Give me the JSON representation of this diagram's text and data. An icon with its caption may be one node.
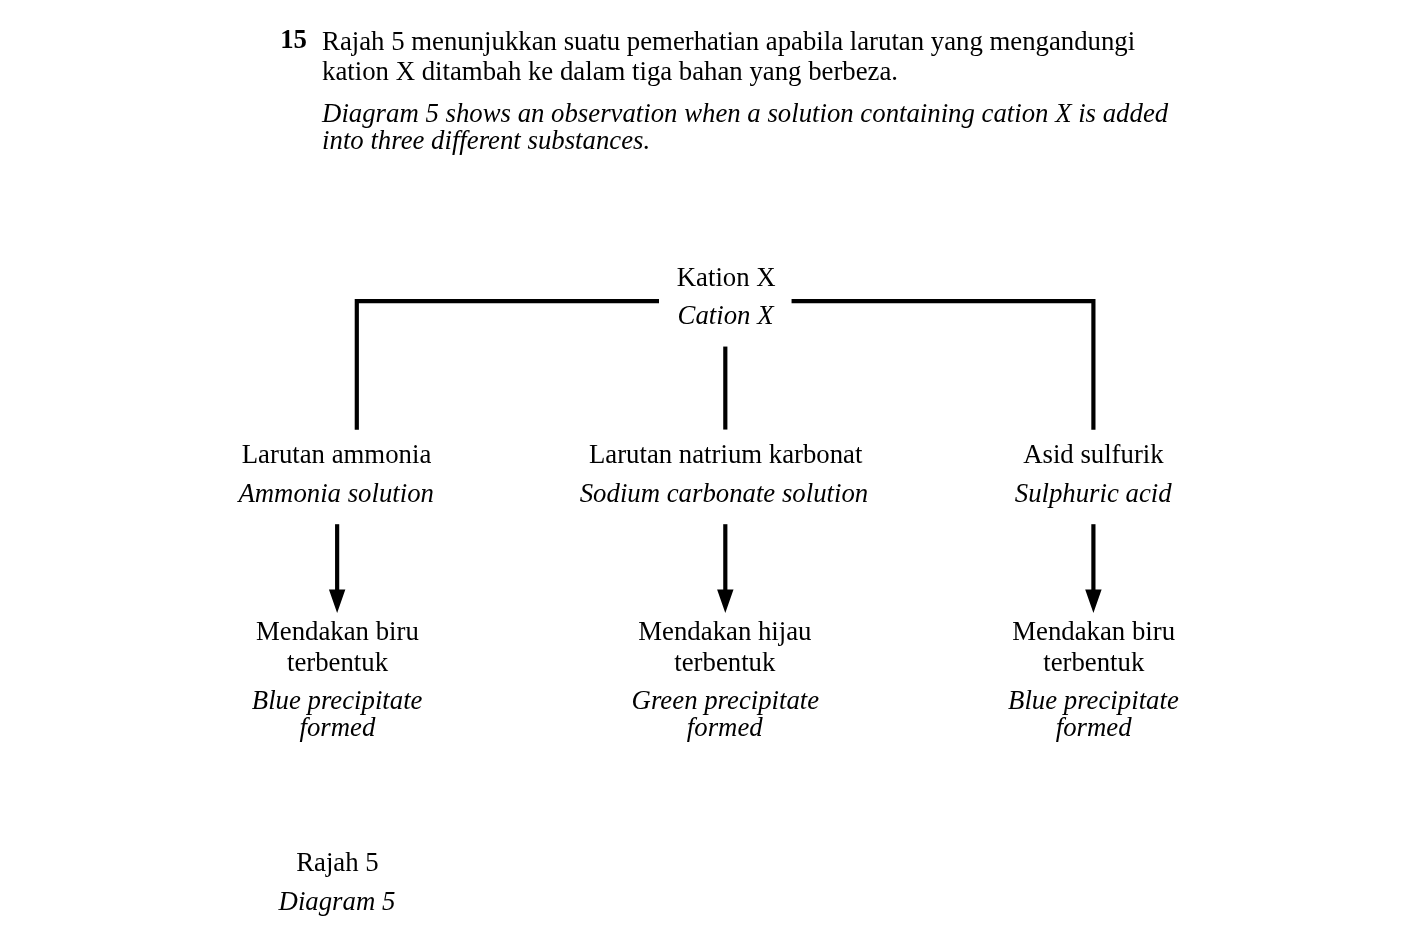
{
  "diagram": {
    "nodes": [
      {
        "text": [
          "Kation X",
          "Cation X"
        ]
      },
      {
        "text": [
          "Larutan ammonia",
          "Ammonia solution"
        ]
      },
      {
        "text": [
          "Larutan natrium karbonat",
          "Sodium carbonate solution"
        ]
      },
      {
        "text": [
          "Asid sulfurik",
          "Sulphuric acid"
        ]
      },
      {
        "text": [
          "Mendakan biru terbentuk",
          "Blue precipitate formed"
        ]
      },
      {
        "text": [
          "Mendakan hijau terbentuk",
          "Green precipitate formed"
        ]
      },
      {
        "text": [
          "Mendakan biru terbentuk",
          "Blue precipitate formed"
        ]
      }
    ],
    "edges": [
      {
        "from": 0,
        "to": 1,
        "arrow": "none"
      },
      {
        "from": 0,
        "to": 2,
        "arrow": "none"
      },
      {
        "from": 0,
        "to": 3,
        "arrow": "none"
      },
      {
        "from": 1,
        "to": 4,
        "arrow": "to"
      },
      {
        "from": 2,
        "to": 5,
        "arrow": "to"
      },
      {
        "from": 3,
        "to": 6,
        "arrow": "to"
      }
    ],
    "labels": [
      "15",
      "Rajah 5 menunjukkan suatu pemerhatian apabila larutan yang mengandungi kation X ditambah ke dalam tiga bahan yang berbeza.",
      "Diagram 5 shows an observation when a solution containing cation X is added into three different substances.",
      "Rajah 5",
      "Diagram 5"
    ]
  }
}
